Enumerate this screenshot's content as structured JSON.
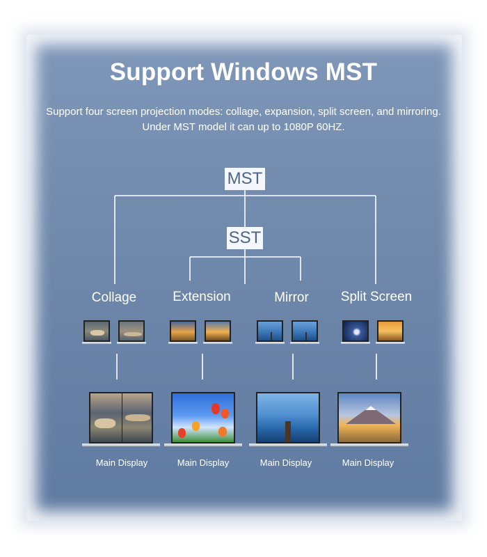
{
  "header": {
    "title": "Support Windows MST",
    "description_line1": "Support four screen projection modes: collage, expansion, split screen, and mirroring.",
    "description_line2": "Under MST model it can up to 1080P 60HZ."
  },
  "tree": {
    "root_label": "MST",
    "sub_label": "SST",
    "modes": [
      {
        "label": "Collage",
        "caption": "Main Display"
      },
      {
        "label": "Extension",
        "caption": "Main Display"
      },
      {
        "label": "Mirror",
        "caption": "Main Display"
      },
      {
        "label": "Split Screen",
        "caption": "Main Display"
      }
    ]
  },
  "colors": {
    "panel_top": "#7f97b9",
    "panel_bottom": "#5f7aa1",
    "box_text": "#4e6688",
    "line": "#ffffff"
  }
}
